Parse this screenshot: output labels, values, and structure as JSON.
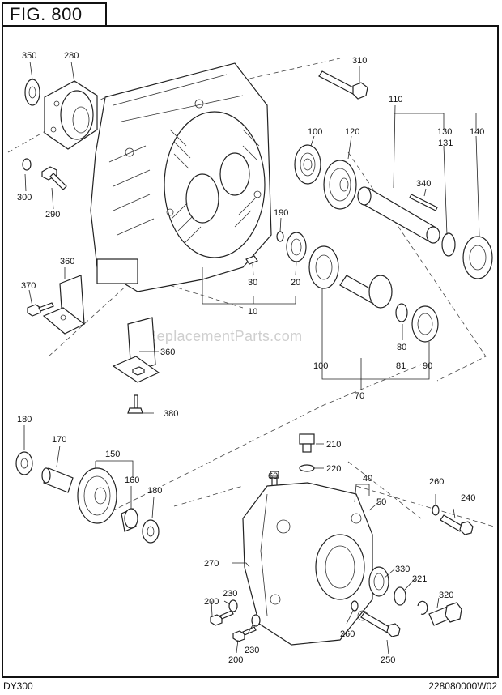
{
  "figure": {
    "title": "FIG. 800"
  },
  "footer": {
    "model": "DY300",
    "code": "228080000W02"
  },
  "watermark": "eReplacementParts.com",
  "callouts": {
    "c350": "350",
    "c280": "280",
    "c300": "300",
    "c290": "290",
    "c310": "310",
    "c110": "110",
    "c100a": "100",
    "c120": "120",
    "c130": "130",
    "c131": "131",
    "c140": "140",
    "c340": "340",
    "c190": "190",
    "c30": "30",
    "c20": "20",
    "c10": "10",
    "c360a": "360",
    "c370": "370",
    "c360b": "360",
    "c380": "380",
    "c80": "80",
    "c81": "81",
    "c90": "90",
    "c100b": "100",
    "c70": "70",
    "c180a": "180",
    "c170": "170",
    "c150": "150",
    "c160": "160",
    "c180b": "180",
    "c210": "210",
    "c220": "220",
    "c60": "60",
    "c40": "40",
    "c50": "50",
    "c260a": "260",
    "c240": "240",
    "c270": "270",
    "c330": "330",
    "c321": "321",
    "c320": "320",
    "c230a": "230",
    "c200a": "200",
    "c230b": "230",
    "c200b": "200",
    "c260b": "260",
    "c250": "250"
  }
}
